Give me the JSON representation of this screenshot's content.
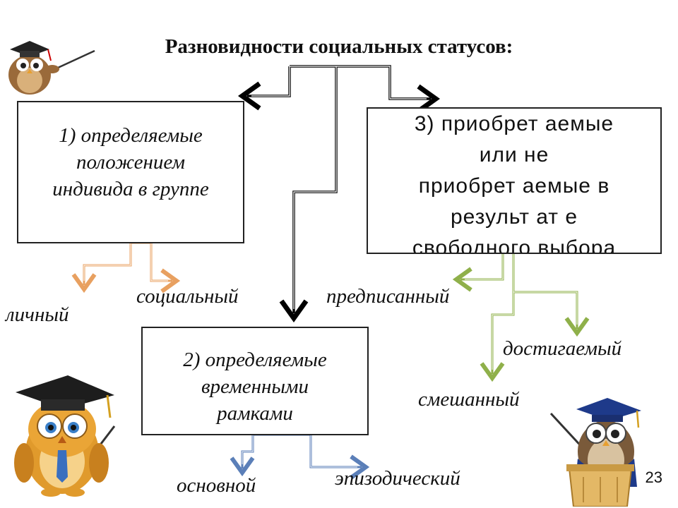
{
  "title": "Разновидности социальных статусов:",
  "boxes": {
    "box1": {
      "lines": [
        "1) определяемые",
        "положением",
        "индивида в группе"
      ]
    },
    "box2": {
      "lines": [
        "2) определяемые",
        "временными",
        "рамками"
      ]
    },
    "box3": {
      "lines": [
        "3) приобрет аемые",
        "или не",
        "приобрет аемые в",
        "результ ат е",
        "свободного выбора"
      ]
    }
  },
  "labels": {
    "personal": "личный",
    "social": "социальный",
    "prescribed": "предписанный",
    "achieved": "достигаемый",
    "mixed": "смешанный",
    "basic": "основной",
    "episodic": "эпизодический"
  },
  "page_number": "23",
  "colors": {
    "black_lines": "#000000",
    "orange_lines": "#e8a060",
    "green_lines": "#8fb04a",
    "blue_lines": "#5b7fb8"
  },
  "icons": [
    "owl-pointer-icon",
    "owl-graduate-icon",
    "owl-lectern-icon"
  ]
}
